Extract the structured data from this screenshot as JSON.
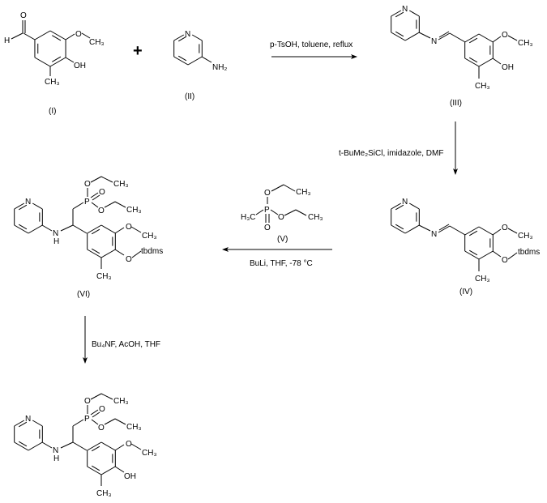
{
  "colors": {
    "ink": "#000000",
    "background": "#ffffff"
  },
  "reaction": {
    "plus": "+",
    "step1_conditions": "p-TsOH, toluene, reflux",
    "step2_conditions": "t-BuMe₂SiCl, imidazole, DMF",
    "step3_conditions": "BuLi, THF, -78 °C",
    "step4_conditions": "Bu₄NF, AcOH, THF"
  },
  "compounds": {
    "I": {
      "label": "(I)",
      "aldehyde_o": "O",
      "aldehyde_h": "H",
      "o": "O",
      "ch3": "CH₃",
      "oh": "OH",
      "ring_ch3": "CH₃"
    },
    "II": {
      "label": "(II)",
      "n": "N",
      "nh2": "NH₂"
    },
    "III": {
      "label": "(III)",
      "py_n": "N",
      "imine_n": "N",
      "o": "O",
      "ch3": "CH₃",
      "oh": "OH",
      "ring_ch3": "CH₃"
    },
    "IV": {
      "label": "(IV)",
      "py_n": "N",
      "imine_n": "N",
      "o": "O",
      "ch3": "CH₃",
      "o2": "O",
      "tbdms": "tbdms",
      "ring_ch3": "CH₃"
    },
    "V": {
      "label": "(V)",
      "p": "P",
      "o_top": "O",
      "ch3_top": "CH₃",
      "o_right": "O",
      "ch3_right": "CH₃",
      "h3c": "H₃C",
      "o_double": "O"
    },
    "VI": {
      "label": "(VI)",
      "py_n": "N",
      "nh_n": "N",
      "nh_h": "H",
      "p": "P",
      "o_top": "O",
      "ch3_top": "CH₃",
      "o_double": "O",
      "o_low": "O",
      "ch3_low": "CH₃",
      "o": "O",
      "ch3": "CH₃",
      "o2": "O",
      "tbdms": "tbdms",
      "ring_ch3": "CH₃"
    },
    "product": {
      "py_n": "N",
      "nh_n": "N",
      "nh_h": "H",
      "p": "P",
      "o_top": "O",
      "ch3_top": "CH₃",
      "o_double": "O",
      "o_low": "O",
      "ch3_low": "CH₃",
      "o": "O",
      "ch3": "CH₃",
      "oh": "OH",
      "ring_ch3": "CH₃"
    }
  }
}
